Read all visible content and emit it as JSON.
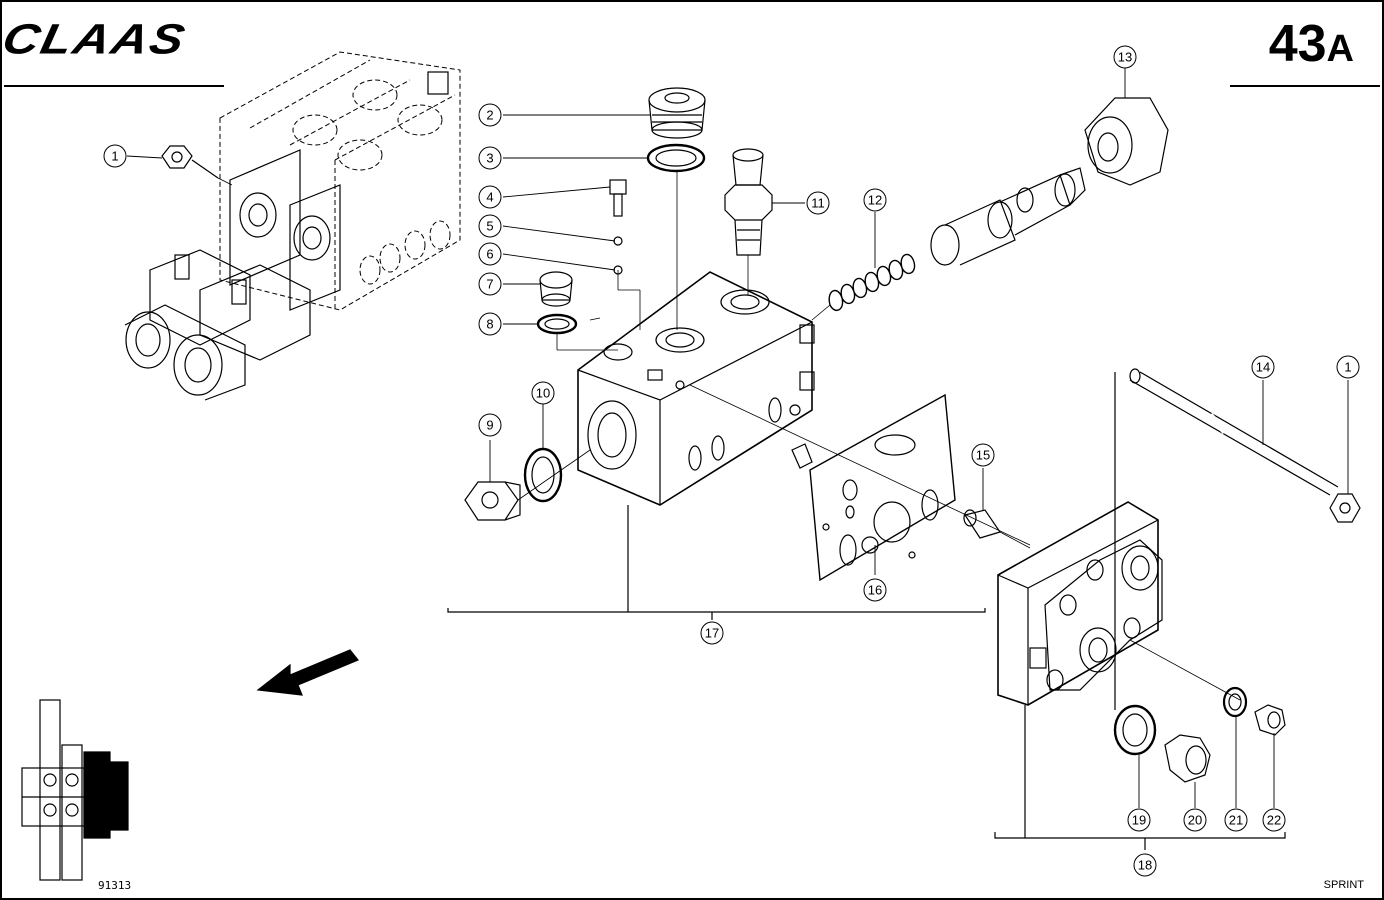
{
  "header": {
    "brand": "CLAAS",
    "page_number": "43",
    "page_suffix": "A"
  },
  "footer": {
    "drawing_number": "91313",
    "model": "SPRINT"
  },
  "callouts": [
    "1",
    "2",
    "3",
    "4",
    "5",
    "6",
    "7",
    "8",
    "9",
    "10",
    "11",
    "12",
    "13",
    "14",
    "1",
    "15",
    "16",
    "17",
    "18",
    "19",
    "20",
    "21",
    "22"
  ]
}
